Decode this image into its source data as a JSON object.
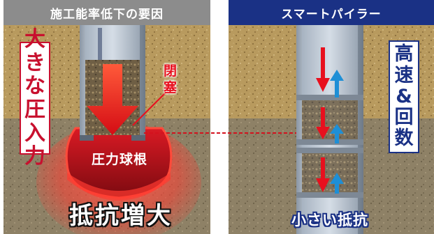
{
  "left_panel": {
    "title": "施工能率低下の要因",
    "pressure_label": [
      "大",
      "き",
      "な",
      "圧",
      "入",
      "力"
    ],
    "blockage_label": [
      "閉",
      "塞"
    ],
    "bulb_label": "圧力球根",
    "result_label": "抵抗増大"
  },
  "right_panel": {
    "title": "スマートパイラー",
    "speed_label": [
      "高",
      "速",
      "&",
      "回",
      "数"
    ],
    "result_label": "小さい抵抗"
  },
  "colors": {
    "left_header": "#8c8c8c",
    "right_header": "#1a3185",
    "accent_red": "#e8101e",
    "accent_blue": "#1e8fd6"
  }
}
